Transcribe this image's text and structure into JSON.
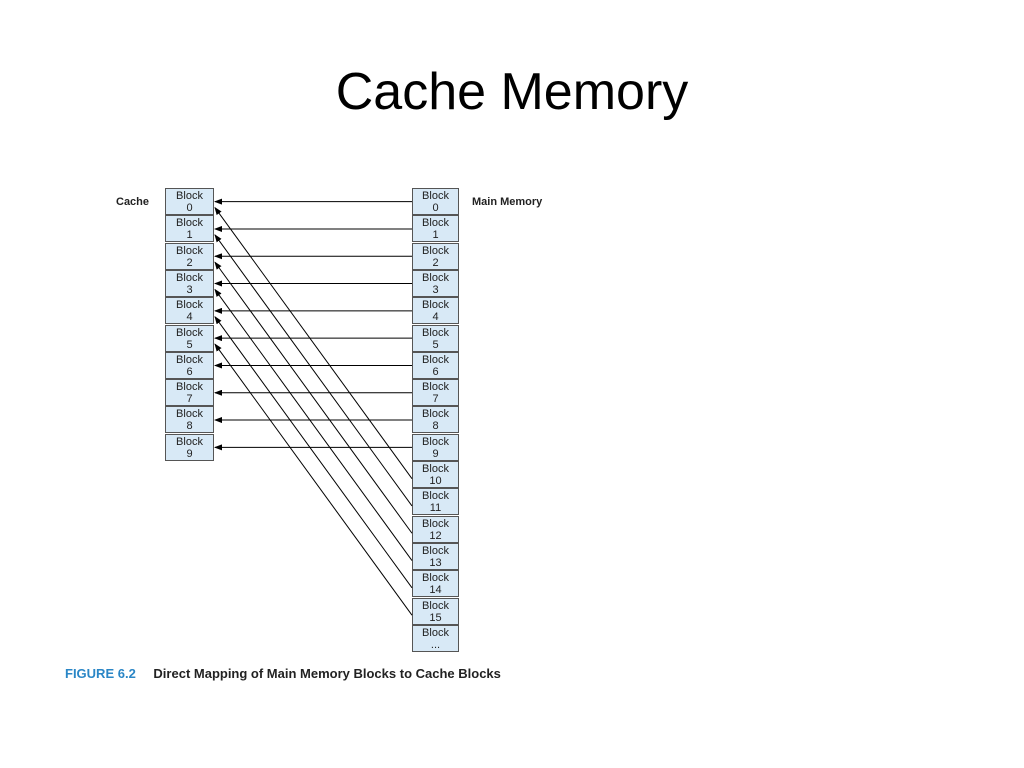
{
  "title": "Cache Memory",
  "diagram": {
    "cache_label": "Cache",
    "memory_label": "Main Memory",
    "block_word": "Block",
    "cache_blocks": [
      "0",
      "1",
      "2",
      "3",
      "4",
      "5",
      "6",
      "7",
      "8",
      "9"
    ],
    "memory_blocks": [
      "0",
      "1",
      "2",
      "3",
      "4",
      "5",
      "6",
      "7",
      "8",
      "9",
      "10",
      "11",
      "12",
      "13",
      "14",
      "15",
      "..."
    ],
    "mappings": [
      {
        "from": 0,
        "to": 0
      },
      {
        "from": 1,
        "to": 1
      },
      {
        "from": 2,
        "to": 2
      },
      {
        "from": 3,
        "to": 3
      },
      {
        "from": 4,
        "to": 4
      },
      {
        "from": 5,
        "to": 5
      },
      {
        "from": 6,
        "to": 6
      },
      {
        "from": 7,
        "to": 7
      },
      {
        "from": 8,
        "to": 8
      },
      {
        "from": 9,
        "to": 9
      },
      {
        "from": 10,
        "to": 0
      },
      {
        "from": 11,
        "to": 1
      },
      {
        "from": 12,
        "to": 2
      },
      {
        "from": 13,
        "to": 3
      },
      {
        "from": 14,
        "to": 4
      },
      {
        "from": 15,
        "to": 5
      }
    ],
    "line_color": "#000000",
    "block_fill": "#d8e9f6"
  },
  "caption": {
    "figure_number": "FIGURE 6.2",
    "text": "Direct Mapping of Main Memory Blocks to Cache Blocks",
    "number_color": "#2a86c6"
  }
}
